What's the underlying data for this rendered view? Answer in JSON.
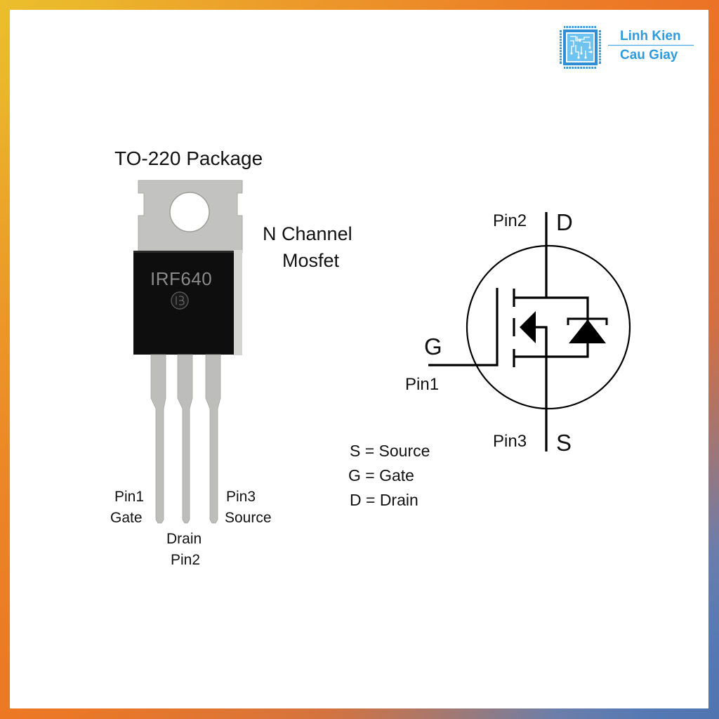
{
  "brand": {
    "line1": "Linh Kien",
    "line2": "Cau Giay",
    "color": "#2E9BE0",
    "logo_icon": "circuit-chip-icon"
  },
  "package": {
    "title": "TO-220 Package",
    "marking": "IRF640",
    "type_line1": "N Channel",
    "type_line2": "Mosfet",
    "pins": [
      {
        "number": "Pin1",
        "name": "Gate"
      },
      {
        "number": "Pin2",
        "name": "Drain"
      },
      {
        "number": "Pin3",
        "name": "Source"
      }
    ]
  },
  "schematic": {
    "drain_pin": "Pin2",
    "drain_symbol": "D",
    "gate_symbol": "G",
    "gate_pin": "Pin1",
    "source_pin": "Pin3",
    "source_symbol": "S"
  },
  "legend": [
    "S = Source",
    "G = Gate",
    "D = Drain"
  ],
  "colors": {
    "frame_top_left": "#EBBE2C",
    "frame_top_right": "#EC7A24",
    "frame_bottom_left": "#EC7A24",
    "frame_bottom_right": "#4F74B0",
    "body_black": "#0E0E0E",
    "metal": "#BDBDBB",
    "marking": "#8A8A8A"
  }
}
